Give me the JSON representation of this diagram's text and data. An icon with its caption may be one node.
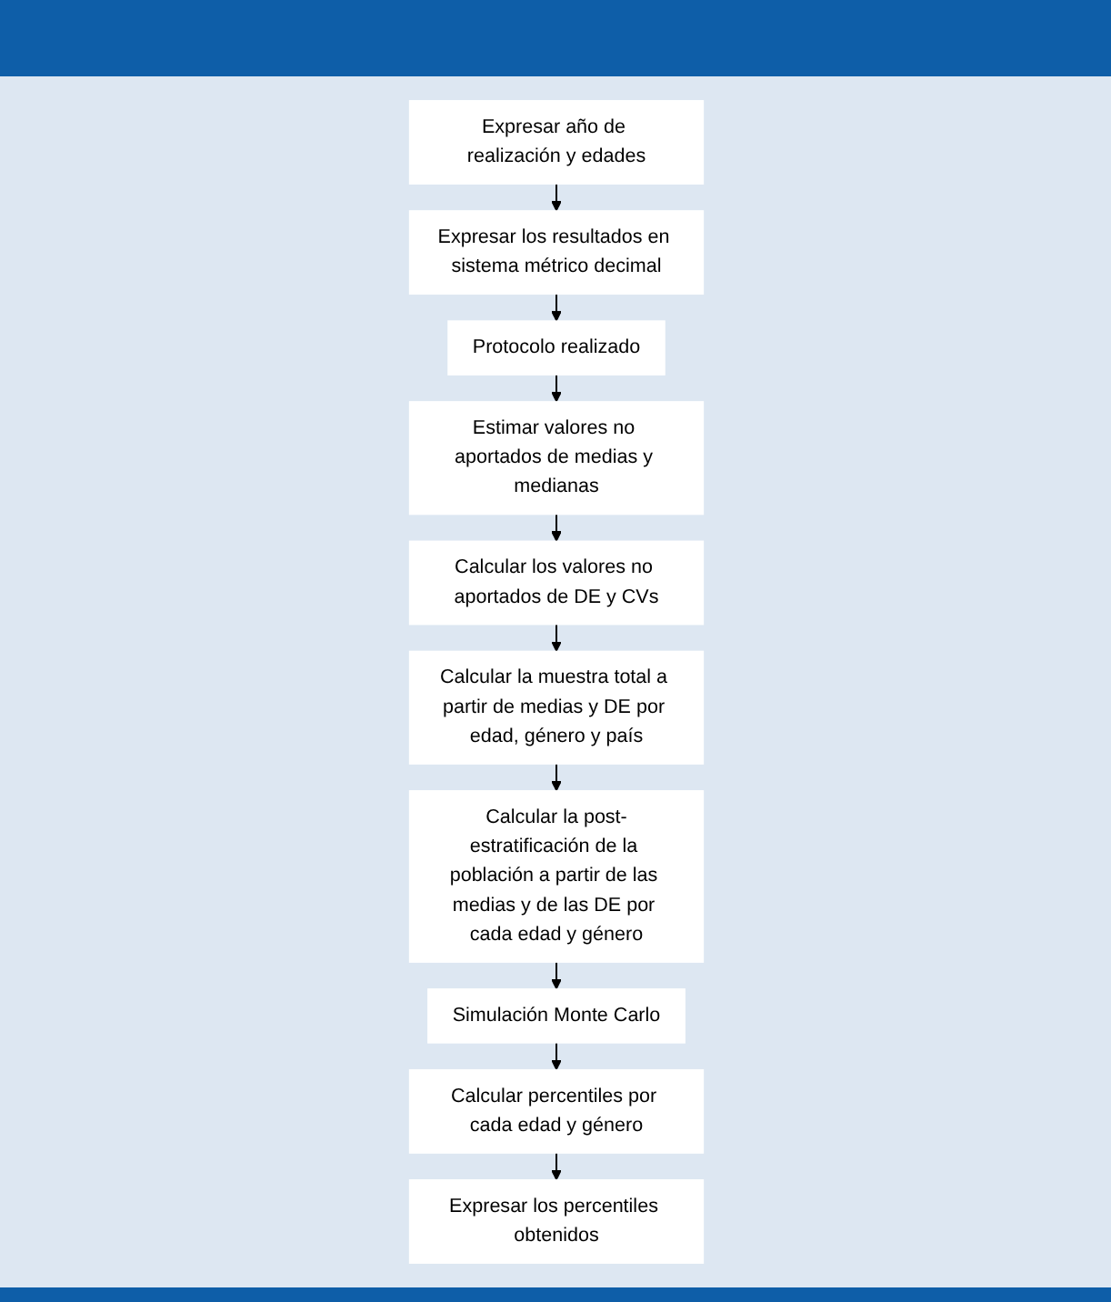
{
  "diagram": {
    "nodes": [
      {
        "text": [
          "Expresar año de realización y edades"
        ]
      },
      {
        "text": [
          "Expresar los resultados en sistema métrico decimal"
        ]
      },
      {
        "text": [
          "Protocolo realizado"
        ]
      },
      {
        "text": [
          "Estimar valores no aportados de medias y medianas"
        ]
      },
      {
        "text": [
          "Calcular los valores no aportados de DE y CVs"
        ]
      },
      {
        "text": [
          "Calcular la muestra total a partir de medias y DE por edad, género y país"
        ]
      },
      {
        "text": [
          "Calcular la post-estratificación de la población a partir de las medias y de las DE por cada edad y género"
        ]
      },
      {
        "text": [
          "Simulación Monte Carlo"
        ]
      },
      {
        "text": [
          "Calcular percentiles por cada edad y género"
        ]
      },
      {
        "text": [
          "Expresar los percentiles obtenidos"
        ]
      }
    ],
    "edges": [
      {
        "from": 0,
        "to": 1,
        "arrow": "to"
      },
      {
        "from": 1,
        "to": 2,
        "arrow": "to"
      },
      {
        "from": 2,
        "to": 3,
        "arrow": "to"
      },
      {
        "from": 3,
        "to": 4,
        "arrow": "to"
      },
      {
        "from": 4,
        "to": 5,
        "arrow": "to"
      },
      {
        "from": 5,
        "to": 6,
        "arrow": "to"
      },
      {
        "from": 6,
        "to": 7,
        "arrow": "to"
      },
      {
        "from": 7,
        "to": 8,
        "arrow": "to"
      },
      {
        "from": 8,
        "to": 9,
        "arrow": "to"
      }
    ]
  }
}
